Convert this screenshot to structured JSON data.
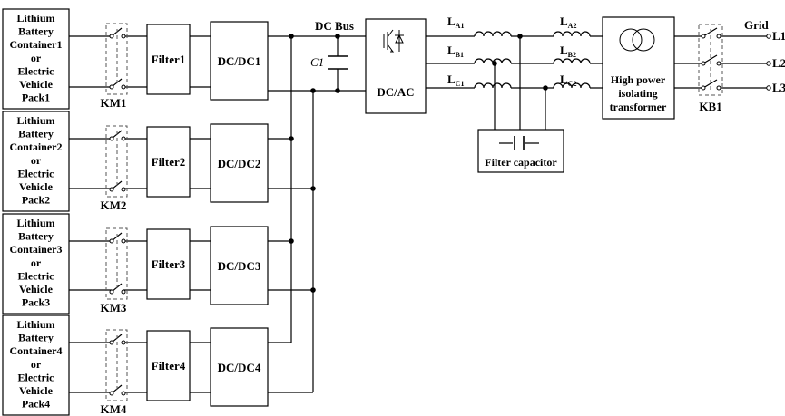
{
  "units": [
    {
      "lines": [
        "Lithium",
        "Battery",
        "Container1",
        "or",
        "Electric",
        "Vehicle",
        "Pack1"
      ],
      "switch": "KM1",
      "filter": "Filter1",
      "converter": "DC/DC1"
    },
    {
      "lines": [
        "Lithium",
        "Battery",
        "Container2",
        "or",
        "Electric",
        "Vehicle",
        "Pack2"
      ],
      "switch": "KM2",
      "filter": "Filter2",
      "converter": "DC/DC2"
    },
    {
      "lines": [
        "Lithium",
        "Battery",
        "Container3",
        "or",
        "Electric",
        "Vehicle",
        "Pack3"
      ],
      "switch": "KM3",
      "filter": "Filter3",
      "converter": "DC/DC3"
    },
    {
      "lines": [
        "Lithium",
        "Battery",
        "Container4",
        "or",
        "Electric",
        "Vehicle",
        "Pack4"
      ],
      "switch": "KM4",
      "filter": "Filter4",
      "converter": "DC/DC4"
    }
  ],
  "dc_bus": {
    "label": "DC Bus",
    "capacitor": "C1"
  },
  "inverter": {
    "label": "DC/AC"
  },
  "inductors": {
    "left": [
      {
        "main": "L",
        "sub": "A1"
      },
      {
        "main": "L",
        "sub": "B1"
      },
      {
        "main": "L",
        "sub": "C1"
      }
    ],
    "right": [
      {
        "main": "L",
        "sub": "A2"
      },
      {
        "main": "L",
        "sub": "B2"
      },
      {
        "main": "L",
        "sub": "C2"
      }
    ]
  },
  "filter_capacitor": {
    "label": "Filter capacitor"
  },
  "transformer": {
    "lines": [
      "High power",
      "isolating",
      "transformer"
    ]
  },
  "grid_switch": {
    "label": "KB1"
  },
  "grid": {
    "label": "Grid",
    "phases": [
      "L1",
      "L2",
      "L3"
    ]
  }
}
